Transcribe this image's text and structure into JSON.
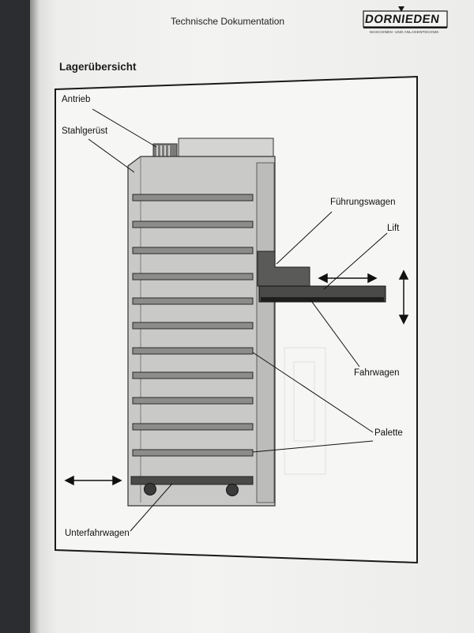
{
  "header": {
    "title": "Technische Dokumentation",
    "logo_name": "DORNIEDEN",
    "logo_subtitle": "MASCHINEN- UND ANLAGENTECHNIK"
  },
  "section": {
    "title": "Lagerübersicht"
  },
  "labels": {
    "antrieb": "Antrieb",
    "stahlgeruest": "Stahlgerüst",
    "fuehrungswagen": "Führungswagen",
    "lift": "Lift",
    "fahrwagen": "Fahrwagen",
    "palette": "Palette",
    "unterfahrwagen": "Unterfahrwagen"
  },
  "colors": {
    "frame_fill": "#c9c9c7",
    "shelf_fill": "#8c8c8a",
    "dark_part": "#3a3a3a",
    "page_bg": "#f1f1ef"
  }
}
